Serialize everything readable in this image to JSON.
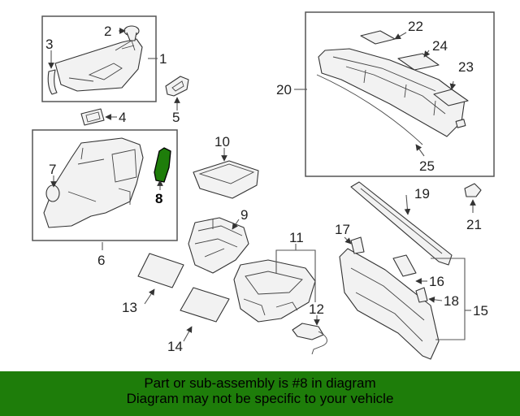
{
  "callouts": {
    "c1": "1",
    "c2": "2",
    "c3": "3",
    "c4": "4",
    "c5": "5",
    "c6": "6",
    "c7": "7",
    "c8": "8",
    "c9": "9",
    "c10": "10",
    "c11": "11",
    "c12": "12",
    "c13": "13",
    "c14": "14",
    "c15": "15",
    "c16": "16",
    "c17": "17",
    "c18": "18",
    "c19": "19",
    "c20": "20",
    "c21": "21",
    "c22": "22",
    "c23": "23",
    "c24": "24",
    "c25": "25"
  },
  "highlight": {
    "color": "#1e7d0a"
  },
  "banner": {
    "line1": "Part or sub-assembly is #8 in diagram",
    "line2": "Diagram may not be specific to your vehicle",
    "background": "#1e7d0a"
  }
}
